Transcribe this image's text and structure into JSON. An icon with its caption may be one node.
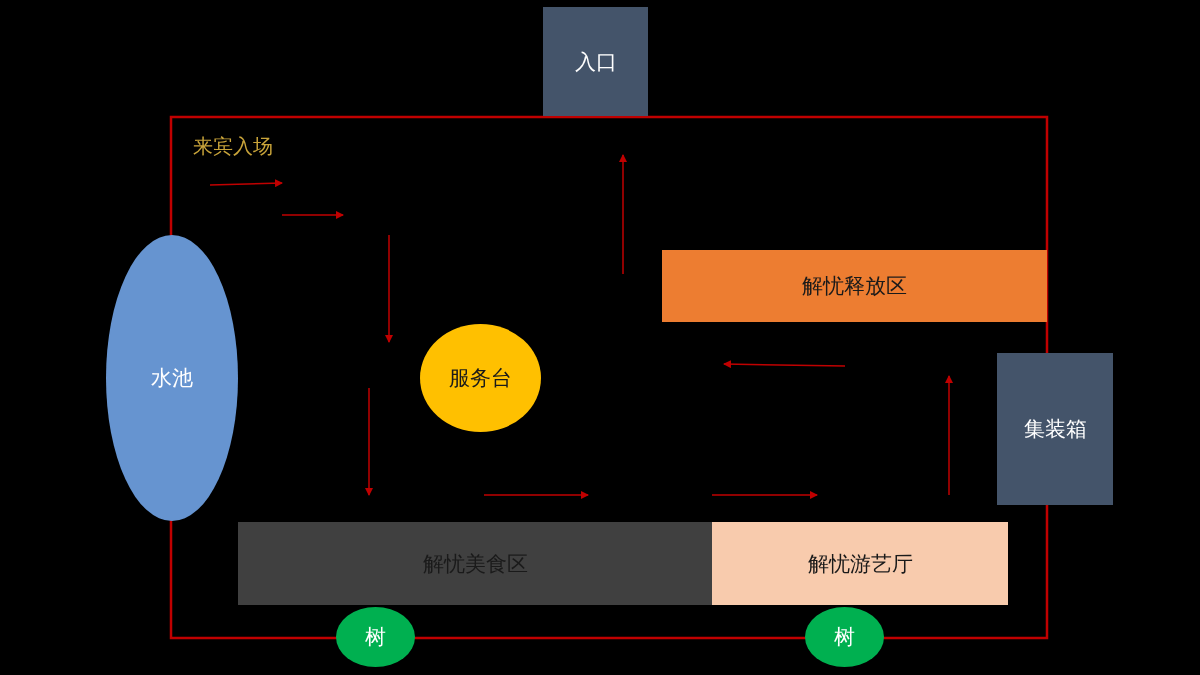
{
  "diagram": {
    "nodes": [
      {
        "text": [
          "入口"
        ]
      },
      {
        "text": [
          "解忧释放区"
        ]
      },
      {
        "text": [
          "水池"
        ]
      },
      {
        "text": [
          "服务台"
        ]
      },
      {
        "text": [
          "集装箱"
        ]
      },
      {
        "text": [
          "解忧美食区"
        ]
      },
      {
        "text": [
          "解忧游艺厅"
        ]
      },
      {
        "text": [
          "树"
        ]
      },
      {
        "text": [
          "树"
        ]
      }
    ],
    "labels": [
      "来宾入场"
    ]
  }
}
